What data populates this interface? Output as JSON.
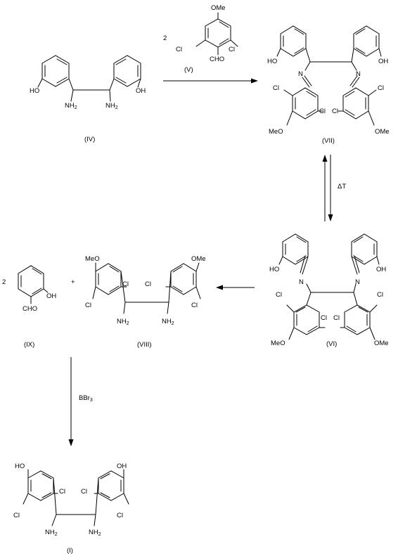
{
  "compounds": {
    "IV": {
      "id": "(IV)",
      "oh": [
        "HO",
        "OH"
      ],
      "nh2": [
        "NH2",
        "NH2"
      ]
    },
    "V": {
      "id": "(V)",
      "coeff": "2",
      "ome": "OMe",
      "cl": [
        "Cl",
        "Cl"
      ],
      "cho": "CHO"
    },
    "VII": {
      "id": "(VII)",
      "oh": [
        "HO",
        "OH"
      ],
      "n": [
        "N",
        "N"
      ],
      "cl": [
        "Cl",
        "Cl",
        "Cl",
        "Cl"
      ],
      "ome": [
        "MeO",
        "OMe"
      ]
    },
    "VI": {
      "id": "(VI)",
      "oh": [
        "HO",
        "OH"
      ],
      "n": [
        "N",
        "N"
      ],
      "cl": [
        "Cl",
        "Cl",
        "Cl",
        "Cl"
      ],
      "ome": [
        "MeO",
        "OMe"
      ]
    },
    "IX": {
      "id": "(IX)",
      "coeff": "2",
      "oh": "OH",
      "cho": "CHO"
    },
    "VIII": {
      "id": "(VIII)",
      "ome": [
        "MeO",
        "OMe"
      ],
      "cl": [
        "Cl",
        "Cl",
        "Cl",
        "Cl"
      ],
      "nh2": [
        "NH2",
        "NH2"
      ]
    },
    "I": {
      "id": "(I)",
      "oh": [
        "HO",
        "OH"
      ],
      "cl": [
        "Cl",
        "Cl",
        "Cl",
        "Cl"
      ],
      "nh2": [
        "NH2",
        "NH2"
      ]
    }
  },
  "plus": "+",
  "arrows": {
    "equilibrium_label": "ΔT",
    "reagent_label": "BBr3"
  }
}
